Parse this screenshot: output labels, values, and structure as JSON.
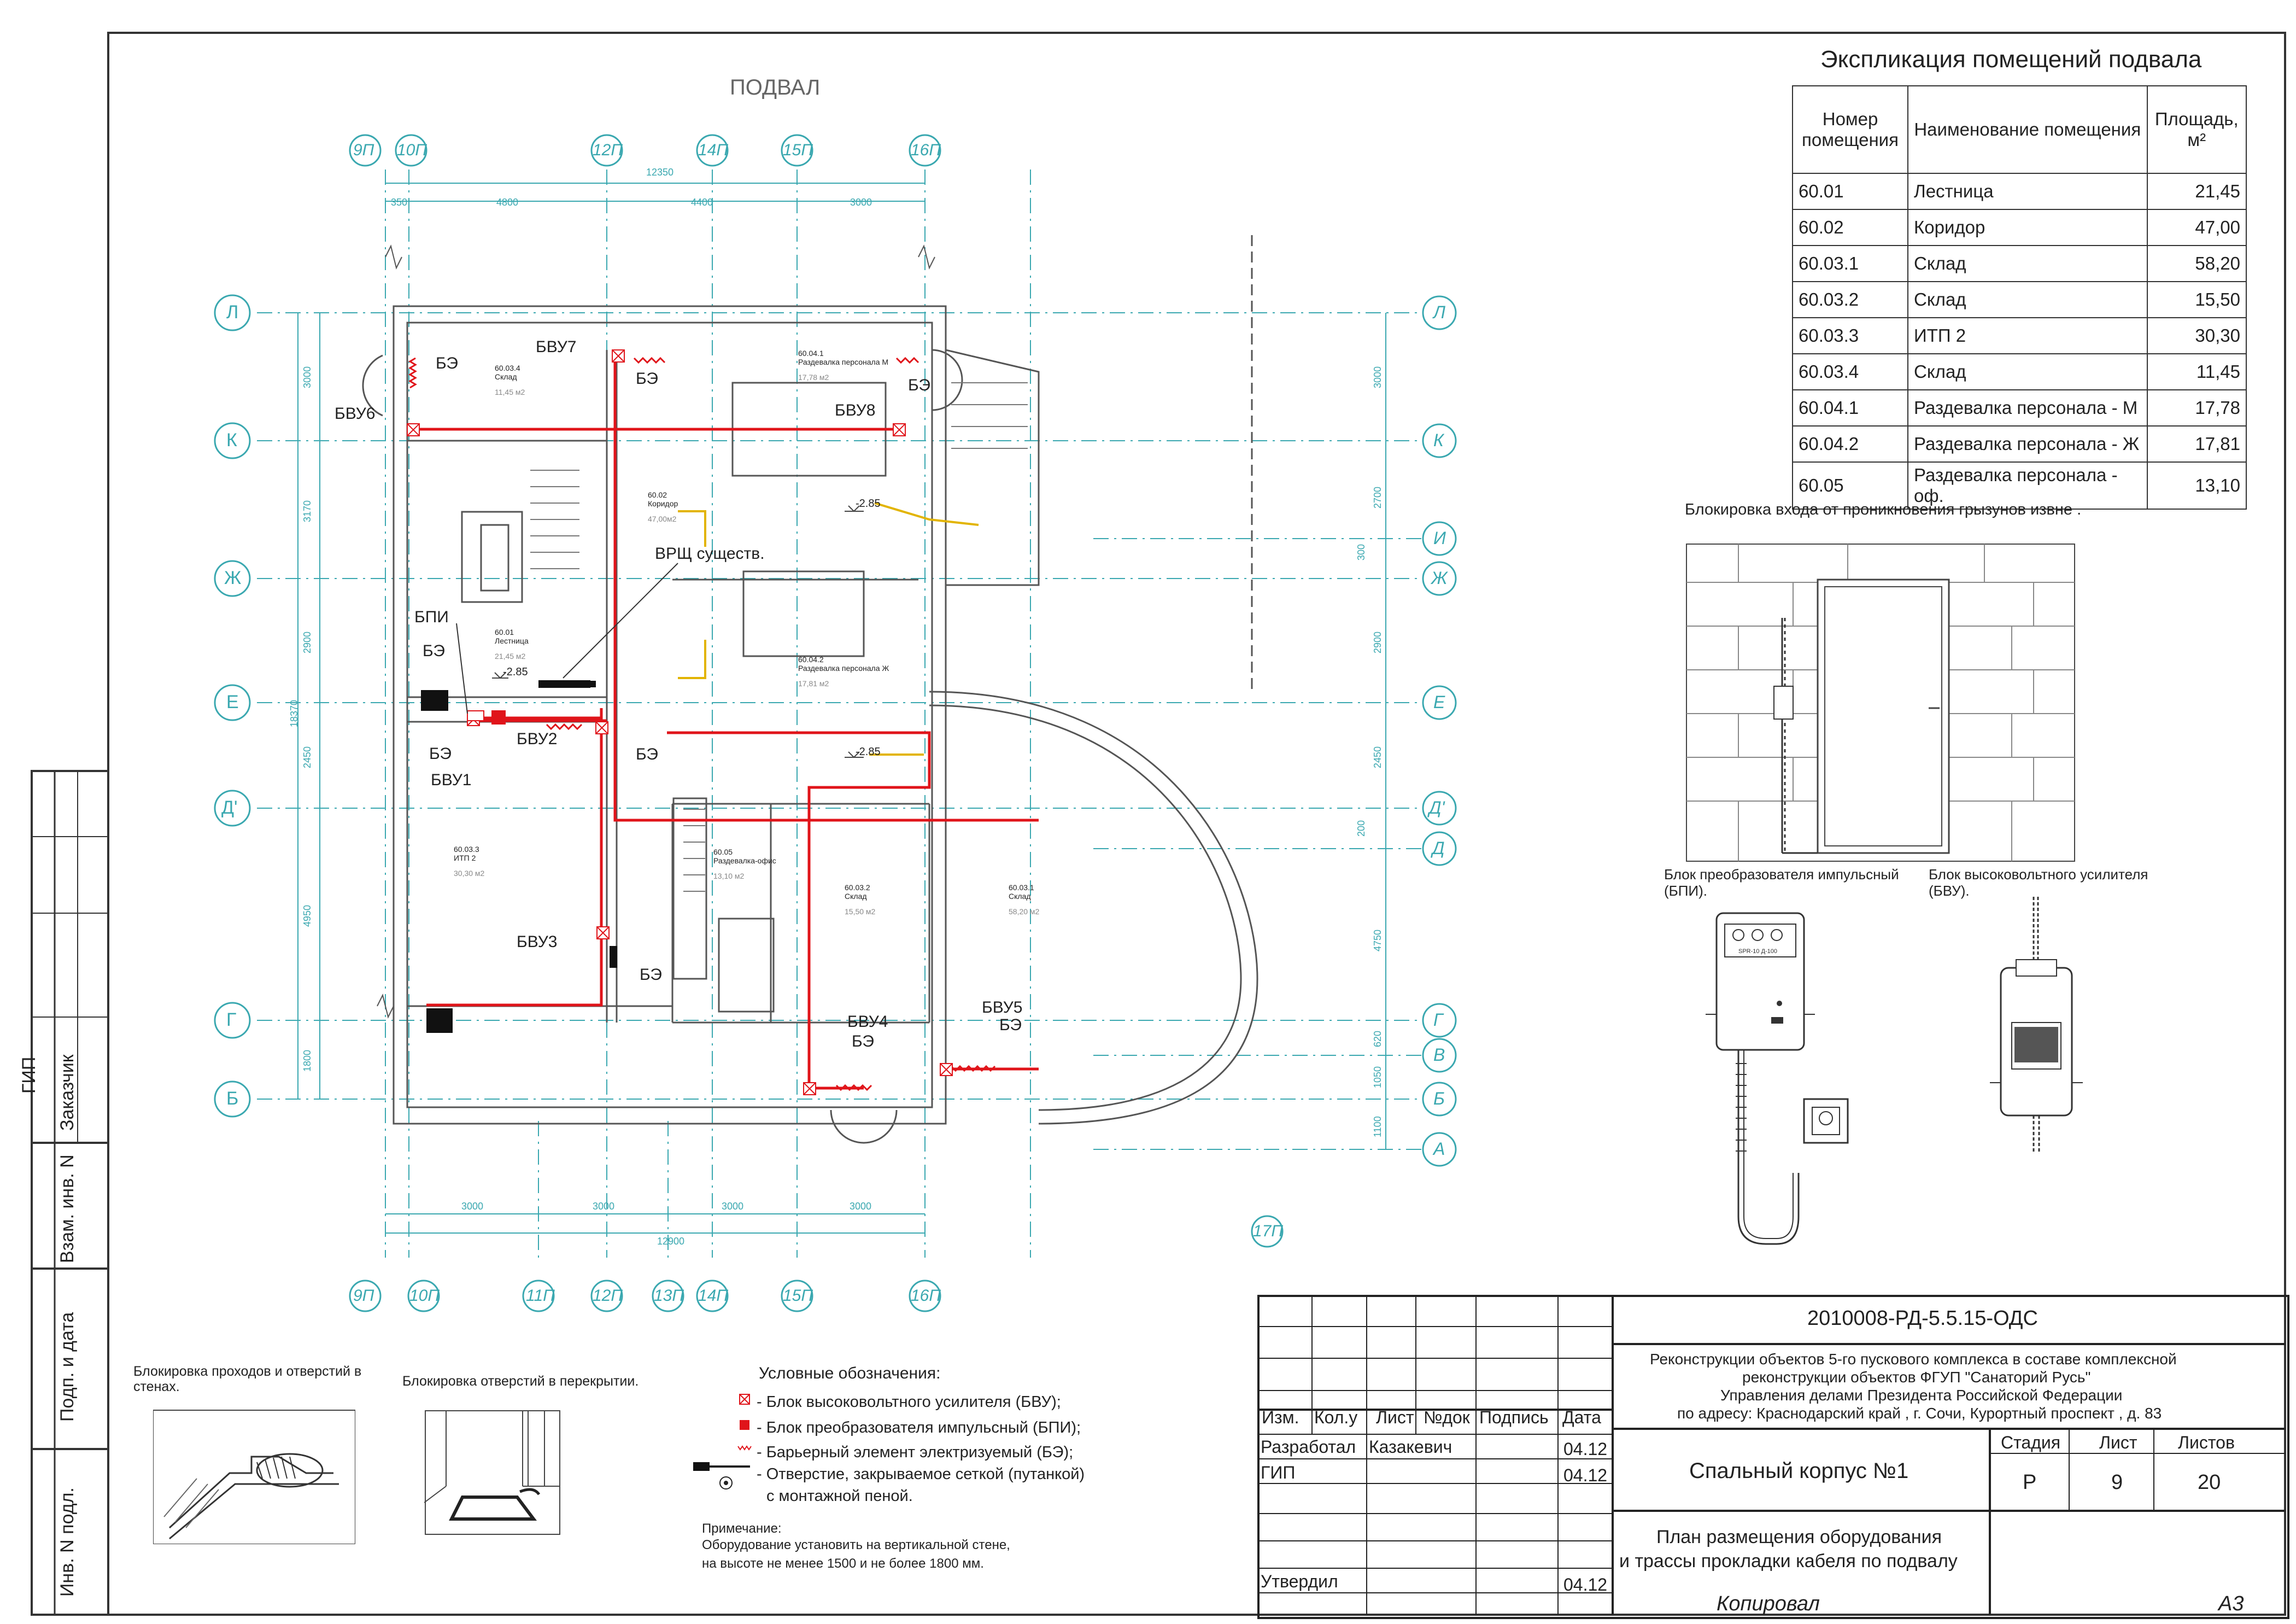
{
  "plan_title": "ПОДВАЛ",
  "explication": {
    "title": "Экспликация помещений подвала",
    "headers": [
      "Номер помещения",
      "Наименование помещения",
      "Площадь, м²"
    ],
    "rows": [
      {
        "num": "60.01",
        "name": "Лестница",
        "area": "21,45"
      },
      {
        "num": "60.02",
        "name": "Коридор",
        "area": "47,00"
      },
      {
        "num": "60.03.1",
        "name": "Склад",
        "area": "58,20"
      },
      {
        "num": "60.03.2",
        "name": "Склад",
        "area": "15,50"
      },
      {
        "num": "60.03.3",
        "name": "ИТП 2",
        "area": "30,30"
      },
      {
        "num": "60.03.4",
        "name": "Склад",
        "area": "11,45"
      },
      {
        "num": "60.04.1",
        "name": "Раздевалка персонала - М",
        "area": "17,78"
      },
      {
        "num": "60.04.2",
        "name": "Раздевалка персонала - Ж",
        "area": "17,81"
      },
      {
        "num": "60.05",
        "name": "Раздевалка персонала - оф.",
        "area": "13,10"
      }
    ]
  },
  "detail_titles": {
    "rodent": "Блокировка входа от проникновения грызунов извне .",
    "bpi": "Блок преобразователя импульсный (БПИ).",
    "bvu": "Блок высоковольтного усилителя (БВУ).",
    "walls": "Блокировка проходов и отверстий в стенах.",
    "floor": "Блокировка отверстий в перекрытии."
  },
  "grid_top": [
    "9П",
    "10П",
    "12П",
    "14П",
    "15П",
    "16П"
  ],
  "grid_bottom": [
    "9П",
    "10П",
    "11П",
    "12П",
    "13П",
    "14П",
    "15П",
    "16П"
  ],
  "grid_extra": "17П",
  "grid_left": [
    "Л",
    "К",
    "Ж",
    "Е",
    "Д'",
    "Г",
    "Б"
  ],
  "grid_right": [
    "Л",
    "К",
    "И",
    "Ж",
    "Е",
    "Д'",
    "Д",
    "Г",
    "В",
    "Б",
    "А"
  ],
  "dims_top": {
    "total": "12350",
    "d1": "350",
    "d2": "4800",
    "d3": "4400",
    "d4": "3000"
  },
  "dims_bottom": {
    "total": "12900",
    "d1": "3000",
    "d2": "3000",
    "d3": "3000",
    "d4": "3000"
  },
  "dims_left": {
    "total": "18370",
    "d1": "3000",
    "d2": "3170",
    "d3": "2900",
    "d4": "2450",
    "d5": "4950",
    "d6": "1800"
  },
  "dims_right": {
    "d1": "3000",
    "d2": "2700",
    "d3": "300",
    "d4": "2900",
    "d5": "2450",
    "d6": "200",
    "d7": "4750",
    "d8": "620",
    "d9": "1050",
    "d10": "1100"
  },
  "equipment_labels": {
    "bvu1": "БВУ1",
    "bvu2": "БВУ2",
    "bvu3": "БВУ3",
    "bvu4": "БВУ4",
    "bvu5": "БВУ5",
    "bvu6": "БВУ6",
    "bvu7": "БВУ7",
    "bvu8": "БВУ8",
    "be": "БЭ",
    "bpi": "БПИ",
    "vrsh": "ВРЩ существ."
  },
  "room_labels": [
    {
      "num": "60.03.4",
      "name": "Склад",
      "area": "11,45 м2"
    },
    {
      "num": "60.04.1",
      "name": "Раздевалка персонала М",
      "area": "17,78 м2"
    },
    {
      "num": "60.02",
      "name": "Коридор",
      "area": "47,00м2"
    },
    {
      "num": "60.01",
      "name": "Лестница",
      "area": "21,45 м2"
    },
    {
      "num": "60.04.2",
      "name": "Раздевалка персонала Ж",
      "area": "17,81 м2"
    },
    {
      "num": "60.03.3",
      "name": "ИТП 2",
      "area": "30,30 м2"
    },
    {
      "num": "60.05",
      "name": "Раздевалка-офис",
      "area": "13,10 м2"
    },
    {
      "num": "60.03.2",
      "name": "Склад",
      "area": "15,50 м2"
    },
    {
      "num": "60.03.1",
      "name": "Склад",
      "area": "58,20 м2"
    }
  ],
  "levels": [
    "-2.85",
    "-2.85",
    "-2.85"
  ],
  "legend": {
    "title": "Условные обозначения:",
    "items": [
      "- Блок высоковольтного усилителя (БВУ);",
      "- Блок преобразователя импульсный (БПИ);",
      "- Барьерный элемент электризуемый (БЭ);",
      "- Отверстие, закрываемое сеткой (путанкой)",
      "с монтажной пеной."
    ],
    "note_title": "Примечание:",
    "note_lines": [
      "Оборудование установить на вертикальной стене,",
      "на высоте не менее 1500 и не более 1800 мм."
    ]
  },
  "bpi_device_label": "SPR-10 Д-100",
  "left_stamp": {
    "gip": "ГИП",
    "customer": "Заказчик",
    "vzam": "Взам. инв. N",
    "podp": "Подп. и дата",
    "inv": "Инв. N подл."
  },
  "title_block": {
    "code": "2010008-РД-5.5.15-ОДС",
    "project_lines": [
      "Реконструкции объектов 5-го пускового комплекса в составе комплексной",
      "реконструкции объектов ФГУП \"Санаторий Русь\"",
      "Управления делами Президента Российской Федерации",
      "по адресу: Краснодарский край , г. Сочи, Курортный проспект , д. 83"
    ],
    "col_headers": [
      "Изм.",
      "Кол.у",
      "Лист",
      "№док",
      "Подпись",
      "Дата"
    ],
    "signers": [
      {
        "role": "Разработал",
        "name": "Казакевич",
        "date": "04.12"
      },
      {
        "role": "ГИП",
        "name": "",
        "date": "04.12"
      },
      {
        "role": "Утвердил",
        "name": "",
        "date": "04.12"
      }
    ],
    "building": "Спальный корпус №1",
    "stage_headers": [
      "Стадия",
      "Лист",
      "Листов"
    ],
    "stage_values": [
      "Р",
      "9",
      "20"
    ],
    "sheet_title_lines": [
      "План размещения оборудования",
      "и трассы прокладки кабеля по подвалу"
    ],
    "copied": "Копировал",
    "format": "А3"
  },
  "colors": {
    "grid": "#3aa8b0",
    "cable": "#e0141a",
    "wall": "#555555",
    "yellow": "#e2b400"
  }
}
